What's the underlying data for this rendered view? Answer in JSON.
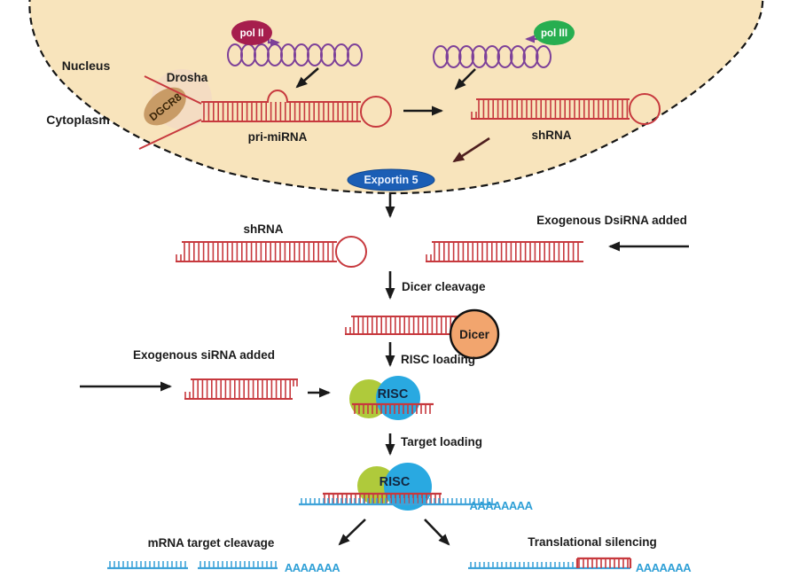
{
  "labels": {
    "nucleus": "Nucleus",
    "cytoplasm": "Cytoplasm",
    "drosha": "Drosha",
    "dgcr8": "DGCR8",
    "pol2": "pol II",
    "pol3": "pol III",
    "pri_mirna": "pri-miRNA",
    "shrna_nucleus": "shRNA",
    "exportin5": "Exportin 5",
    "shrna_cytoplasm": "shRNA",
    "exogenous_dsirna": "Exogenous DsiRNA added",
    "dicer_cleavage": "Dicer cleavage",
    "dicer": "Dicer",
    "risc_loading": "RISC loading",
    "exogenous_sirna": "Exogenous siRNA added",
    "risc1": "RISC",
    "target_loading": "Target loading",
    "risc2": "RISC",
    "polya_target": "AAAAAAAA",
    "mrna_target_cleavage": "mRNA target cleavage",
    "polya_cleaved": "AAAAAAA",
    "translational_silencing": "Translational silencing",
    "polya_silenced": "AAAAAAA"
  },
  "colors": {
    "nucleus_fill": "#F8E4BC",
    "drosha_blob": "#F4DCC2",
    "dgcr8_fill": "#C89B66",
    "rna_red": "#C7393E",
    "mrna_blue": "#3FA3D9",
    "helix_purple": "#7D4099",
    "purple_arrow": "#7D4099",
    "pol2_fill": "#A61E4D",
    "pol3_fill": "#27AE50",
    "exportin_fill": "#1B5EB5",
    "dicer_fill": "#F2A56E",
    "risc_green": "#AFCA3B",
    "risc_blue": "#29A9E1",
    "dark_arrow": "#1a1a1a",
    "maroon_arrow": "#4f1f1f"
  }
}
